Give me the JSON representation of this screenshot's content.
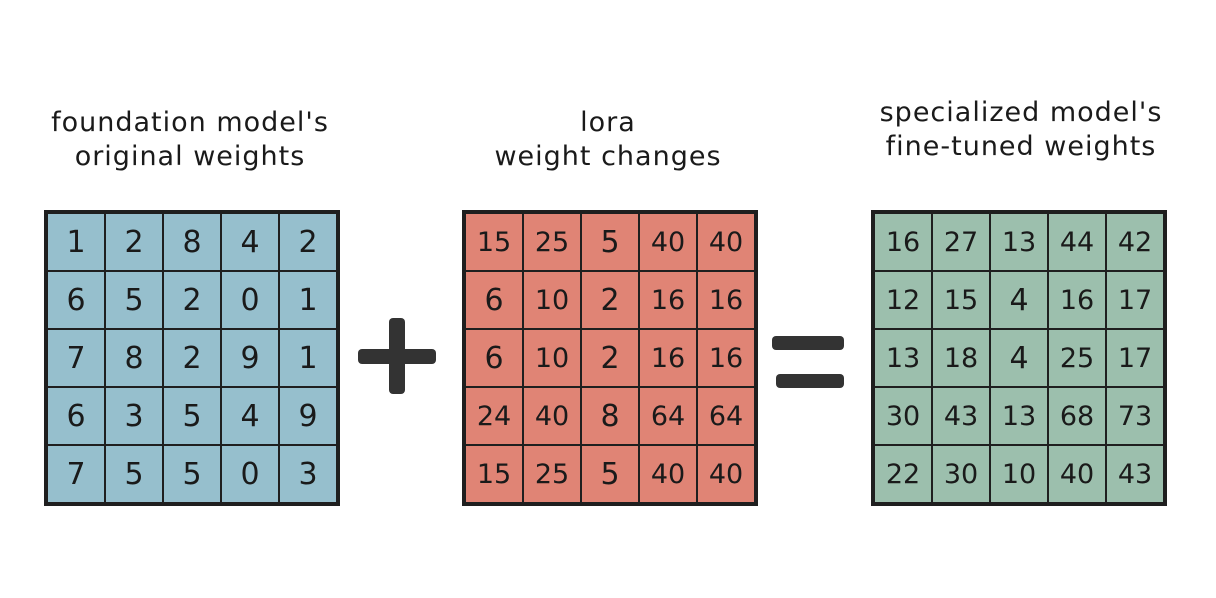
{
  "colors": {
    "original": "#96bfcd",
    "lora": "#e08475",
    "finetuned": "#9cbfad",
    "ink": "#1a1a1a",
    "operator": "#333333"
  },
  "original": {
    "title_line1": "foundation model's",
    "title_line2": "original weights",
    "rows": [
      [
        "1",
        "2",
        "8",
        "4",
        "2"
      ],
      [
        "6",
        "5",
        "2",
        "0",
        "1"
      ],
      [
        "7",
        "8",
        "2",
        "9",
        "1"
      ],
      [
        "6",
        "3",
        "5",
        "4",
        "9"
      ],
      [
        "7",
        "5",
        "5",
        "0",
        "3"
      ]
    ]
  },
  "lora": {
    "title_line1": "lora",
    "title_line2": "weight changes",
    "rows": [
      [
        "15",
        "25",
        "5",
        "40",
        "40"
      ],
      [
        "6",
        "10",
        "2",
        "16",
        "16"
      ],
      [
        "6",
        "10",
        "2",
        "16",
        "16"
      ],
      [
        "24",
        "40",
        "8",
        "64",
        "64"
      ],
      [
        "15",
        "25",
        "5",
        "40",
        "40"
      ]
    ]
  },
  "finetuned": {
    "title_line1": "specialized model's",
    "title_line2": "fine-tuned weights",
    "rows": [
      [
        "16",
        "27",
        "13",
        "44",
        "42"
      ],
      [
        "12",
        "15",
        "4",
        "16",
        "17"
      ],
      [
        "13",
        "18",
        "4",
        "25",
        "17"
      ],
      [
        "30",
        "43",
        "13",
        "68",
        "73"
      ],
      [
        "22",
        "30",
        "10",
        "40",
        "43"
      ]
    ]
  },
  "operators": {
    "plus": "plus-sign",
    "equals": "equals-sign"
  }
}
